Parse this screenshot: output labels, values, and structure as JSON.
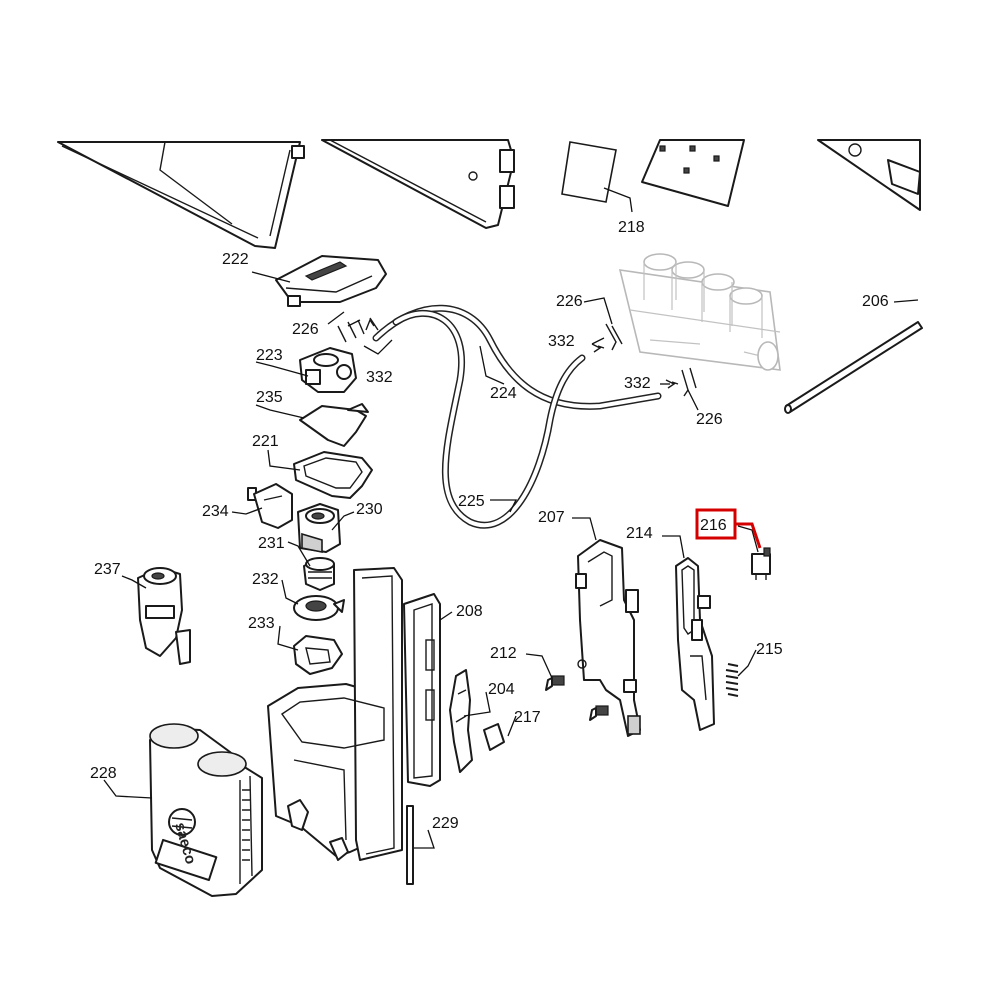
{
  "callouts": [
    {
      "id": "218",
      "label": "218"
    },
    {
      "id": "222",
      "label": "222"
    },
    {
      "id": "226a",
      "label": "226"
    },
    {
      "id": "226b",
      "label": "226"
    },
    {
      "id": "226c",
      "label": "226"
    },
    {
      "id": "332a",
      "label": "332"
    },
    {
      "id": "332b",
      "label": "332"
    },
    {
      "id": "332c",
      "label": "332"
    },
    {
      "id": "206",
      "label": "206"
    },
    {
      "id": "223",
      "label": "223"
    },
    {
      "id": "224",
      "label": "224"
    },
    {
      "id": "235",
      "label": "235"
    },
    {
      "id": "221",
      "label": "221"
    },
    {
      "id": "225",
      "label": "225"
    },
    {
      "id": "207",
      "label": "207"
    },
    {
      "id": "214",
      "label": "214"
    },
    {
      "id": "216",
      "label": "216"
    },
    {
      "id": "234",
      "label": "234"
    },
    {
      "id": "230",
      "label": "230"
    },
    {
      "id": "231",
      "label": "231"
    },
    {
      "id": "237",
      "label": "237"
    },
    {
      "id": "232",
      "label": "232"
    },
    {
      "id": "208",
      "label": "208"
    },
    {
      "id": "233",
      "label": "233"
    },
    {
      "id": "212",
      "label": "212"
    },
    {
      "id": "215",
      "label": "215"
    },
    {
      "id": "204",
      "label": "204"
    },
    {
      "id": "217",
      "label": "217"
    },
    {
      "id": "228",
      "label": "228"
    },
    {
      "id": "229",
      "label": "229"
    }
  ],
  "highlight": {
    "callout": "216",
    "color": "#d40000"
  },
  "brand_mark": "saeco"
}
